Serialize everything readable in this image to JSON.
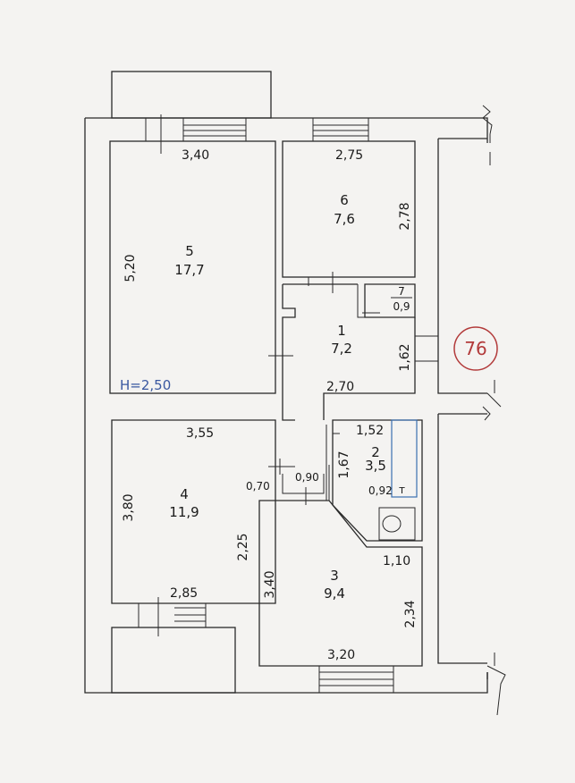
{
  "plan": {
    "height_label": "H=2,50",
    "apartment_number": "76",
    "badge_color": "#b23a3a",
    "rooms": [
      {
        "number": "5",
        "area": "17,7",
        "width": "3,40",
        "depth": "5,20"
      },
      {
        "number": "6",
        "area": "7,6",
        "width": "2,75",
        "depth": "2,78"
      },
      {
        "number": "7",
        "area": "0,9"
      },
      {
        "number": "1",
        "area": "7,2",
        "width": "2,70",
        "depth": "1,62"
      },
      {
        "number": "2",
        "area": "3,5",
        "width": "1,52",
        "depth": "1,67",
        "extra": "0,92"
      },
      {
        "number": "4",
        "area": "11,9",
        "top": "3,55",
        "left": "3,80",
        "right": "2,25",
        "bottom": "2,85"
      },
      {
        "number": "3",
        "area": "9,4",
        "left": "3,40",
        "right": "2,34",
        "bottom": "3,20",
        "corner": "1,10"
      }
    ],
    "opening_widths": [
      "0,70",
      "0,90"
    ]
  }
}
